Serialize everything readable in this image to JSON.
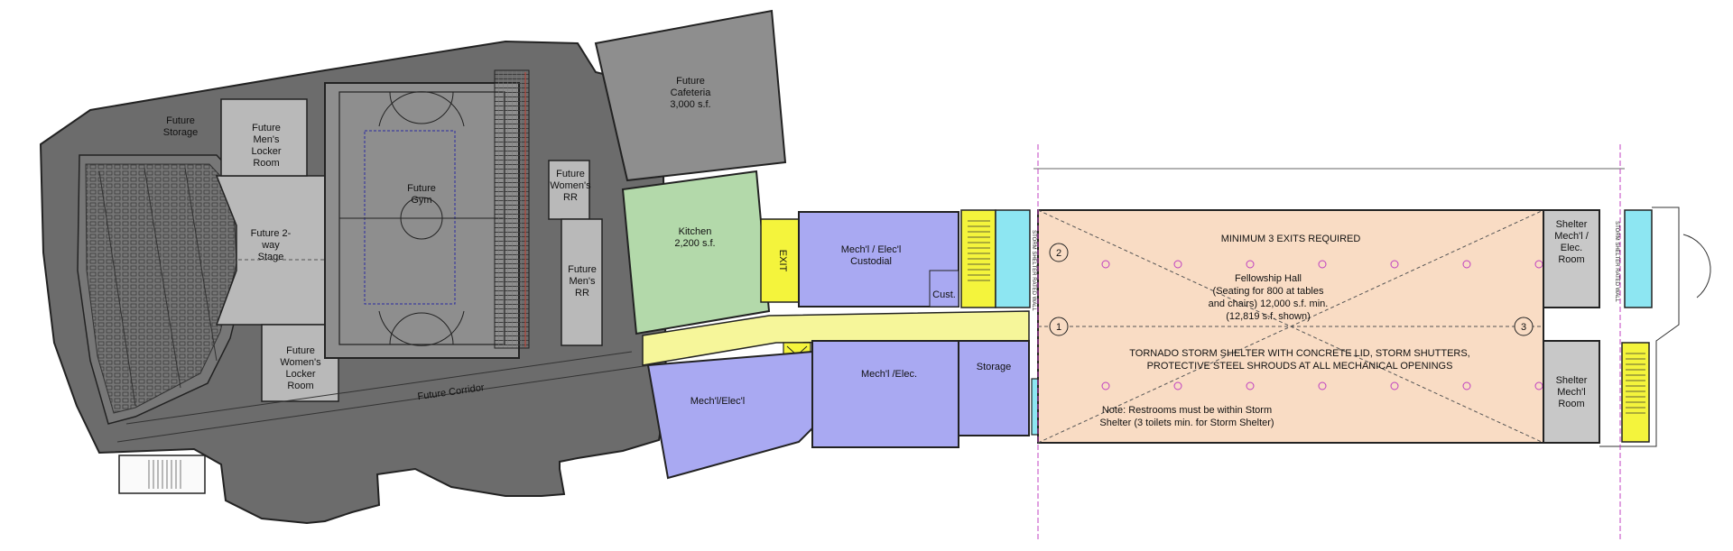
{
  "colors": {
    "future_dark": "#6c6c6c",
    "future_mid": "#8e8e8e",
    "future_light": "#b9b9b9",
    "mechanical": "#a9a9f2",
    "kitchen": "#b3d9aa",
    "corridor_yellow": "#f6f69a",
    "exit_yellow": "#f4f43c",
    "fellowship": "#f9dcc4",
    "shelter_gray": "#c8c8c8",
    "restroom_cyan": "#8de6f2",
    "gridline_magenta": "#c040c0"
  },
  "rooms": {
    "future_storage": [
      "Future",
      "Storage"
    ],
    "future_mens_locker": [
      "Future",
      "Men's",
      "Locker",
      "Room"
    ],
    "future_stage": [
      "Future 2-",
      "way",
      "Stage"
    ],
    "future_womens_locker": [
      "Future",
      "Women's",
      "Locker",
      "Room"
    ],
    "future_gym": [
      "Future",
      "Gym"
    ],
    "future_womens_rr": [
      "Future",
      "Women's",
      "RR"
    ],
    "future_mens_rr": [
      "Future",
      "Men's",
      "RR"
    ],
    "future_cafeteria": [
      "Future",
      "Cafeteria",
      "3,000 s.f."
    ],
    "future_corridor": "Future Corridor",
    "kitchen": [
      "Kitchen",
      "2,200 s.f."
    ],
    "exit": "EXIT",
    "mech_custodial": [
      "Mech'l / Elec'l",
      "Custodial"
    ],
    "cust": "Cust.",
    "mech_elec_left": "Mech'l/Elec'l",
    "mech_elec_mid": "Mech'l /Elec.",
    "storage": "Storage",
    "shelter_mech_elec": [
      "Shelter",
      "Mech'l /",
      "Elec.",
      "Room"
    ],
    "shelter_mech": [
      "Shelter",
      "Mech'l",
      "Room"
    ]
  },
  "fellowship": {
    "exits_note": "MINIMUM 3 EXITS REQUIRED",
    "hall_lines": [
      "Fellowship Hall",
      "(Seating for 800 at tables",
      "and chairs) 12,000 s.f. min.",
      "(12,819 s.f. shown)"
    ],
    "shelter_lines": [
      "TORNADO STORM SHELTER WITH CONCRETE LID, STORM SHUTTERS,",
      "PROTECTIVE STEEL SHROUDS AT ALL MECHANICAL OPENINGS"
    ],
    "note_lines": [
      "Note: Restrooms must be within Storm",
      "Shelter (3 toilets min. for Storm Shelter)"
    ]
  },
  "grid_bubbles": [
    "1",
    "2",
    "3"
  ],
  "wall_tags": {
    "left": "STORM SHELTER RATED WALL",
    "right": "STORM SHELTER RATED WALL"
  }
}
